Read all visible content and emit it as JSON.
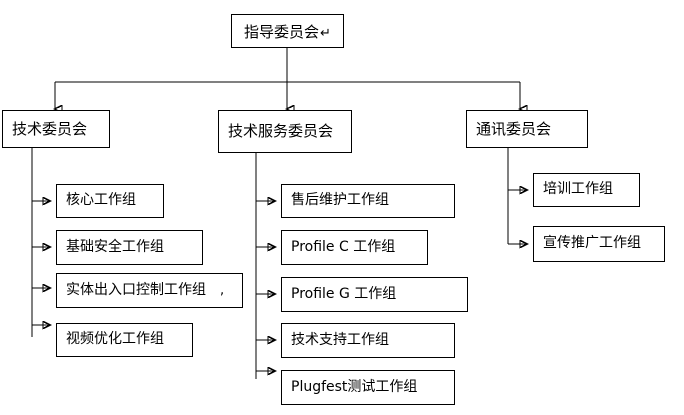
{
  "diagram": {
    "title_box": {
      "label": "指导委员会",
      "mark": "↵"
    },
    "level2": [
      {
        "id": "tech-committee",
        "label": "技术委员会"
      },
      {
        "id": "tech-service-committee",
        "label": "技术服务委员会"
      },
      {
        "id": "communications-committee",
        "label": "通讯委员会"
      }
    ],
    "branches": {
      "tech-committee": [
        {
          "id": "core-wg",
          "label": "核心工作组"
        },
        {
          "id": "basic-security-wg",
          "label": "基础安全工作组"
        },
        {
          "id": "physical-access-control-wg",
          "label": "实体出入口控制工作组",
          "mark": ","
        },
        {
          "id": "video-optimization-wg",
          "label": "视频优化工作组"
        }
      ],
      "tech-service-committee": [
        {
          "id": "after-sales-maintenance-wg",
          "label": "售后维护工作组"
        },
        {
          "id": "profile-c-wg",
          "label": "Profile C 工作组"
        },
        {
          "id": "profile-g-wg",
          "label": "Profile G 工作组"
        },
        {
          "id": "tech-support-wg",
          "label": "技术支持工作组"
        },
        {
          "id": "plugfest-test-wg",
          "label": "Plugfest测试工作组"
        }
      ],
      "communications-committee": [
        {
          "id": "training-wg",
          "label": "培训工作组"
        },
        {
          "id": "promotion-wg",
          "label": "宣传推广工作组"
        }
      ]
    },
    "colors": {
      "line": "#000000",
      "box_border": "#000000",
      "box_fill": "#ffffff",
      "text": "#000000",
      "background": "#ffffff"
    }
  }
}
